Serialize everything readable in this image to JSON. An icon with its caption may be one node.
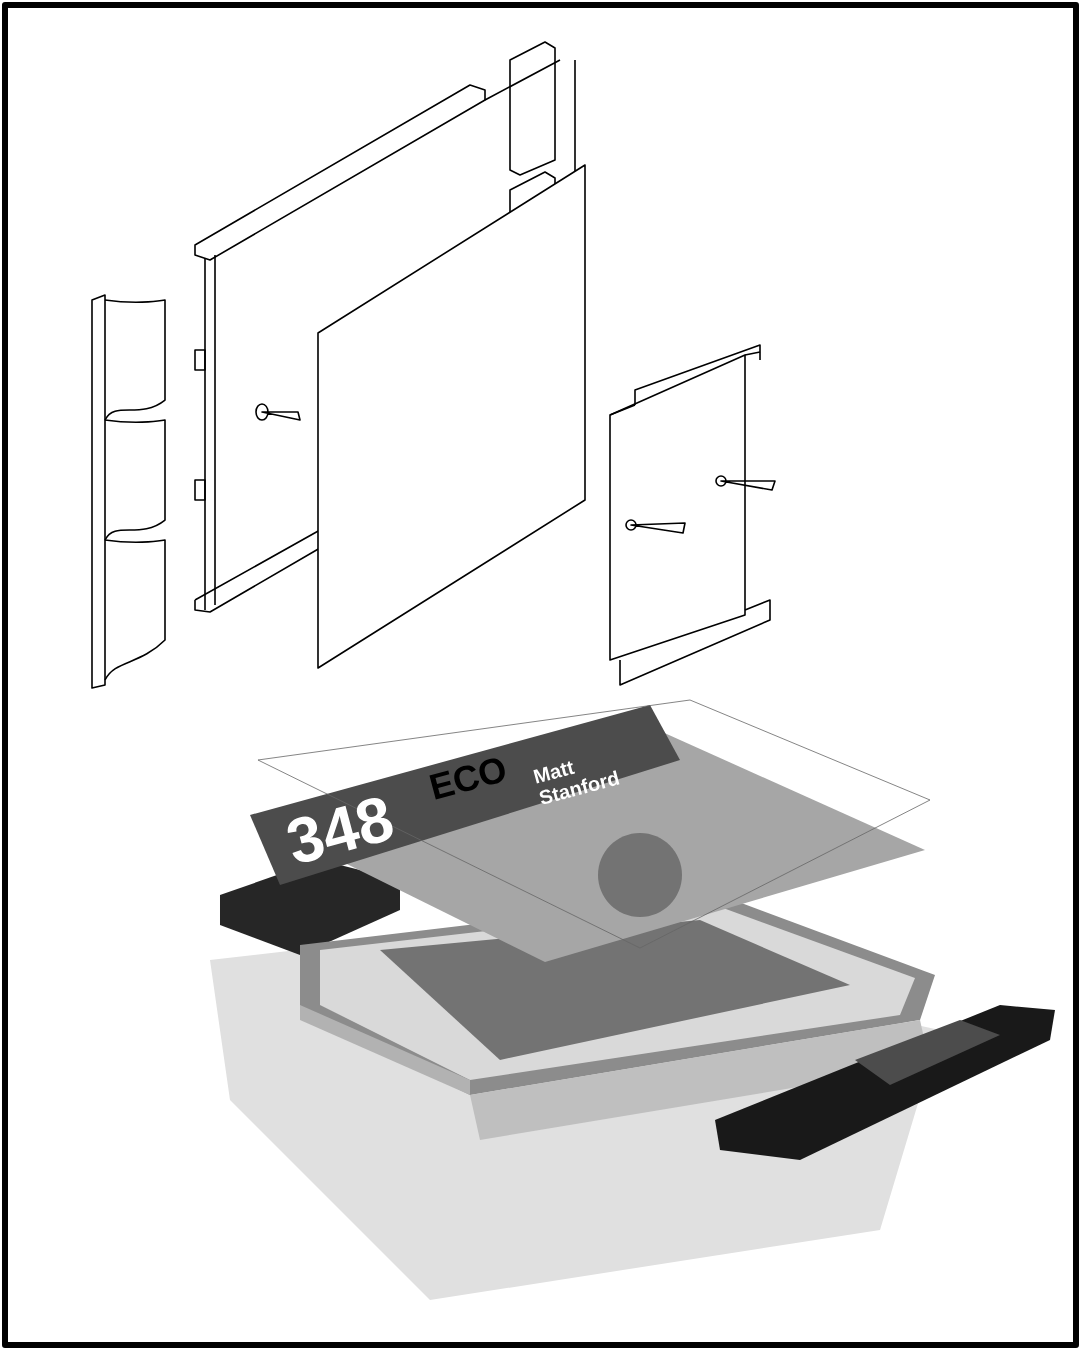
{
  "diagram": {
    "labels": [
      "348",
      "ECO",
      "Matt Stanford"
    ]
  }
}
